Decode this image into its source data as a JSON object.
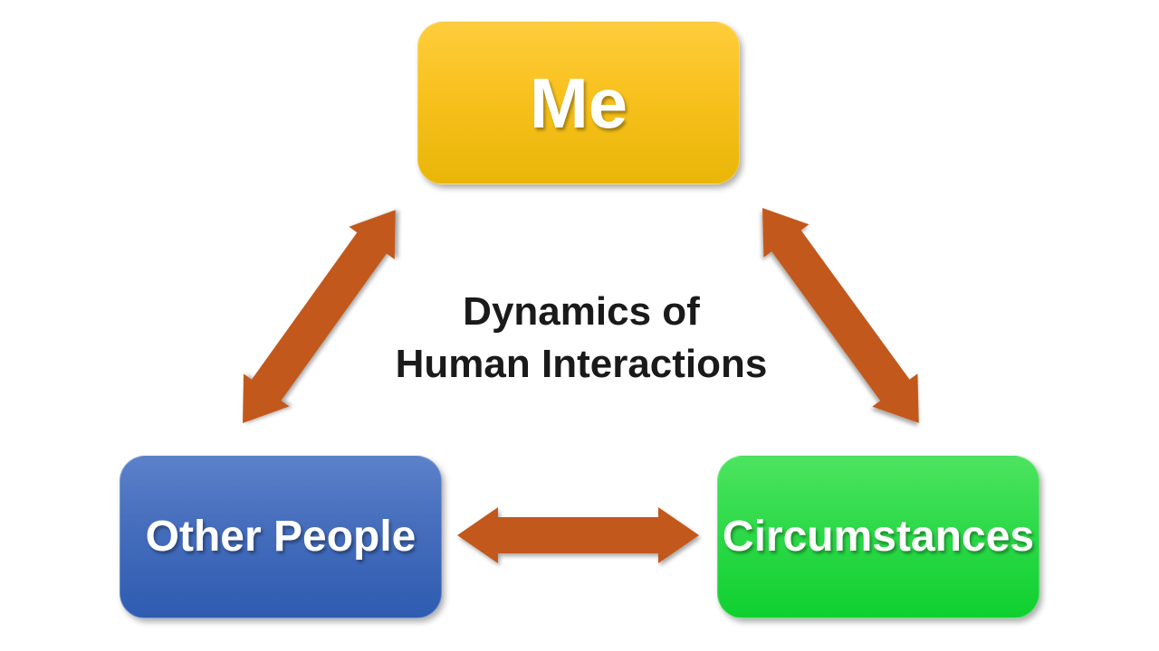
{
  "slide": {
    "title": {
      "lines": [
        "Dynamics of",
        "Human Interactions"
      ]
    },
    "nodes": [
      {
        "id": "me",
        "label": "Me"
      },
      {
        "id": "other-people",
        "label": "Other People"
      },
      {
        "id": "circumstances",
        "label": "Circumstances"
      }
    ],
    "arrows": [
      {
        "id": "me-other-people",
        "type": "double-headed",
        "connects": [
          "Me",
          "Other People"
        ]
      },
      {
        "id": "me-circumstances",
        "type": "double-headed",
        "connects": [
          "Me",
          "Circumstances"
        ]
      },
      {
        "id": "other-people-circumstances",
        "type": "double-headed",
        "connects": [
          "Other People",
          "Circumstances"
        ]
      }
    ]
  },
  "colors": {
    "background": "#FFFFFF",
    "me-top": "#FFCD3C",
    "me-bottom": "#E9B607",
    "other-top": "#5B81CA",
    "other-bottom": "#2E5CB1",
    "circumstances-top": "#4CE45F",
    "circumstances-bottom": "#0FD02F",
    "arrow": "#C2591A",
    "title-text": "#1A1A1A",
    "node-text": "#FFFFFF"
  }
}
